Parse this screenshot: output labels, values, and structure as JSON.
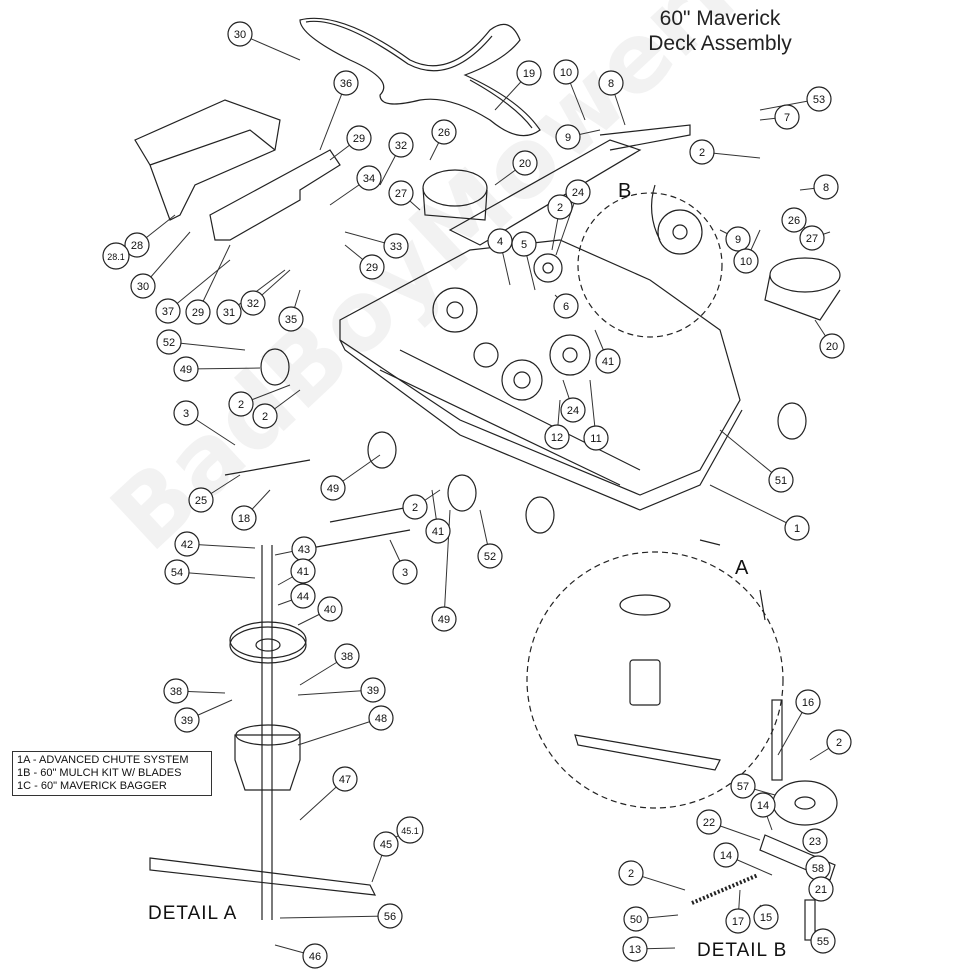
{
  "title_line1": "60\" Maverick",
  "title_line2": "Deck Assembly",
  "watermark": "BadBoyMowerParts.com",
  "legend": [
    "1A - ADVANCED CHUTE SYSTEM",
    "1B - 60\" MULCH KIT W/ BLADES",
    "1C - 60\" MAVERICK BAGGER"
  ],
  "detail_a_label": "DETAIL  A",
  "detail_b_label": "DETAIL  B",
  "callout_a": "A",
  "callout_b": "B",
  "callouts": [
    {
      "label": "30"
    },
    {
      "label": "36"
    },
    {
      "label": "19"
    },
    {
      "label": "10"
    },
    {
      "label": "8"
    },
    {
      "label": "53"
    },
    {
      "label": "29"
    },
    {
      "label": "26"
    },
    {
      "label": "20"
    },
    {
      "label": "32"
    },
    {
      "label": "9"
    },
    {
      "label": "7"
    },
    {
      "label": "2"
    },
    {
      "label": "34"
    },
    {
      "label": "27"
    },
    {
      "label": "24"
    },
    {
      "label": "2"
    },
    {
      "label": "8"
    },
    {
      "label": "28"
    },
    {
      "label": "28.1"
    },
    {
      "label": "33"
    },
    {
      "label": "30"
    },
    {
      "label": "29"
    },
    {
      "label": "4"
    },
    {
      "label": "5"
    },
    {
      "label": "9"
    },
    {
      "label": "10"
    },
    {
      "label": "26"
    },
    {
      "label": "27"
    },
    {
      "label": "37"
    },
    {
      "label": "29"
    },
    {
      "label": "31"
    },
    {
      "label": "32"
    },
    {
      "label": "35"
    },
    {
      "label": "6"
    },
    {
      "label": "20"
    },
    {
      "label": "52"
    },
    {
      "label": "49"
    },
    {
      "label": "2"
    },
    {
      "label": "2"
    },
    {
      "label": "41"
    },
    {
      "label": "3"
    },
    {
      "label": "24"
    },
    {
      "label": "12"
    },
    {
      "label": "11"
    },
    {
      "label": "51"
    },
    {
      "label": "25"
    },
    {
      "label": "49"
    },
    {
      "label": "18"
    },
    {
      "label": "41"
    },
    {
      "label": "2"
    },
    {
      "label": "52"
    },
    {
      "label": "1"
    },
    {
      "label": "42"
    },
    {
      "label": "43"
    },
    {
      "label": "54"
    },
    {
      "label": "41"
    },
    {
      "label": "3"
    },
    {
      "label": "44"
    },
    {
      "label": "40"
    },
    {
      "label": "49"
    },
    {
      "label": "38"
    },
    {
      "label": "38"
    },
    {
      "label": "39"
    },
    {
      "label": "39"
    },
    {
      "label": "48"
    },
    {
      "label": "16"
    },
    {
      "label": "2"
    },
    {
      "label": "47"
    },
    {
      "label": "57"
    },
    {
      "label": "14"
    },
    {
      "label": "45.1"
    },
    {
      "label": "45"
    },
    {
      "label": "22"
    },
    {
      "label": "23"
    },
    {
      "label": "14"
    },
    {
      "label": "58"
    },
    {
      "label": "21"
    },
    {
      "label": "2"
    },
    {
      "label": "56"
    },
    {
      "label": "50"
    },
    {
      "label": "17"
    },
    {
      "label": "15"
    },
    {
      "label": "13"
    },
    {
      "label": "55"
    },
    {
      "label": "46"
    }
  ]
}
